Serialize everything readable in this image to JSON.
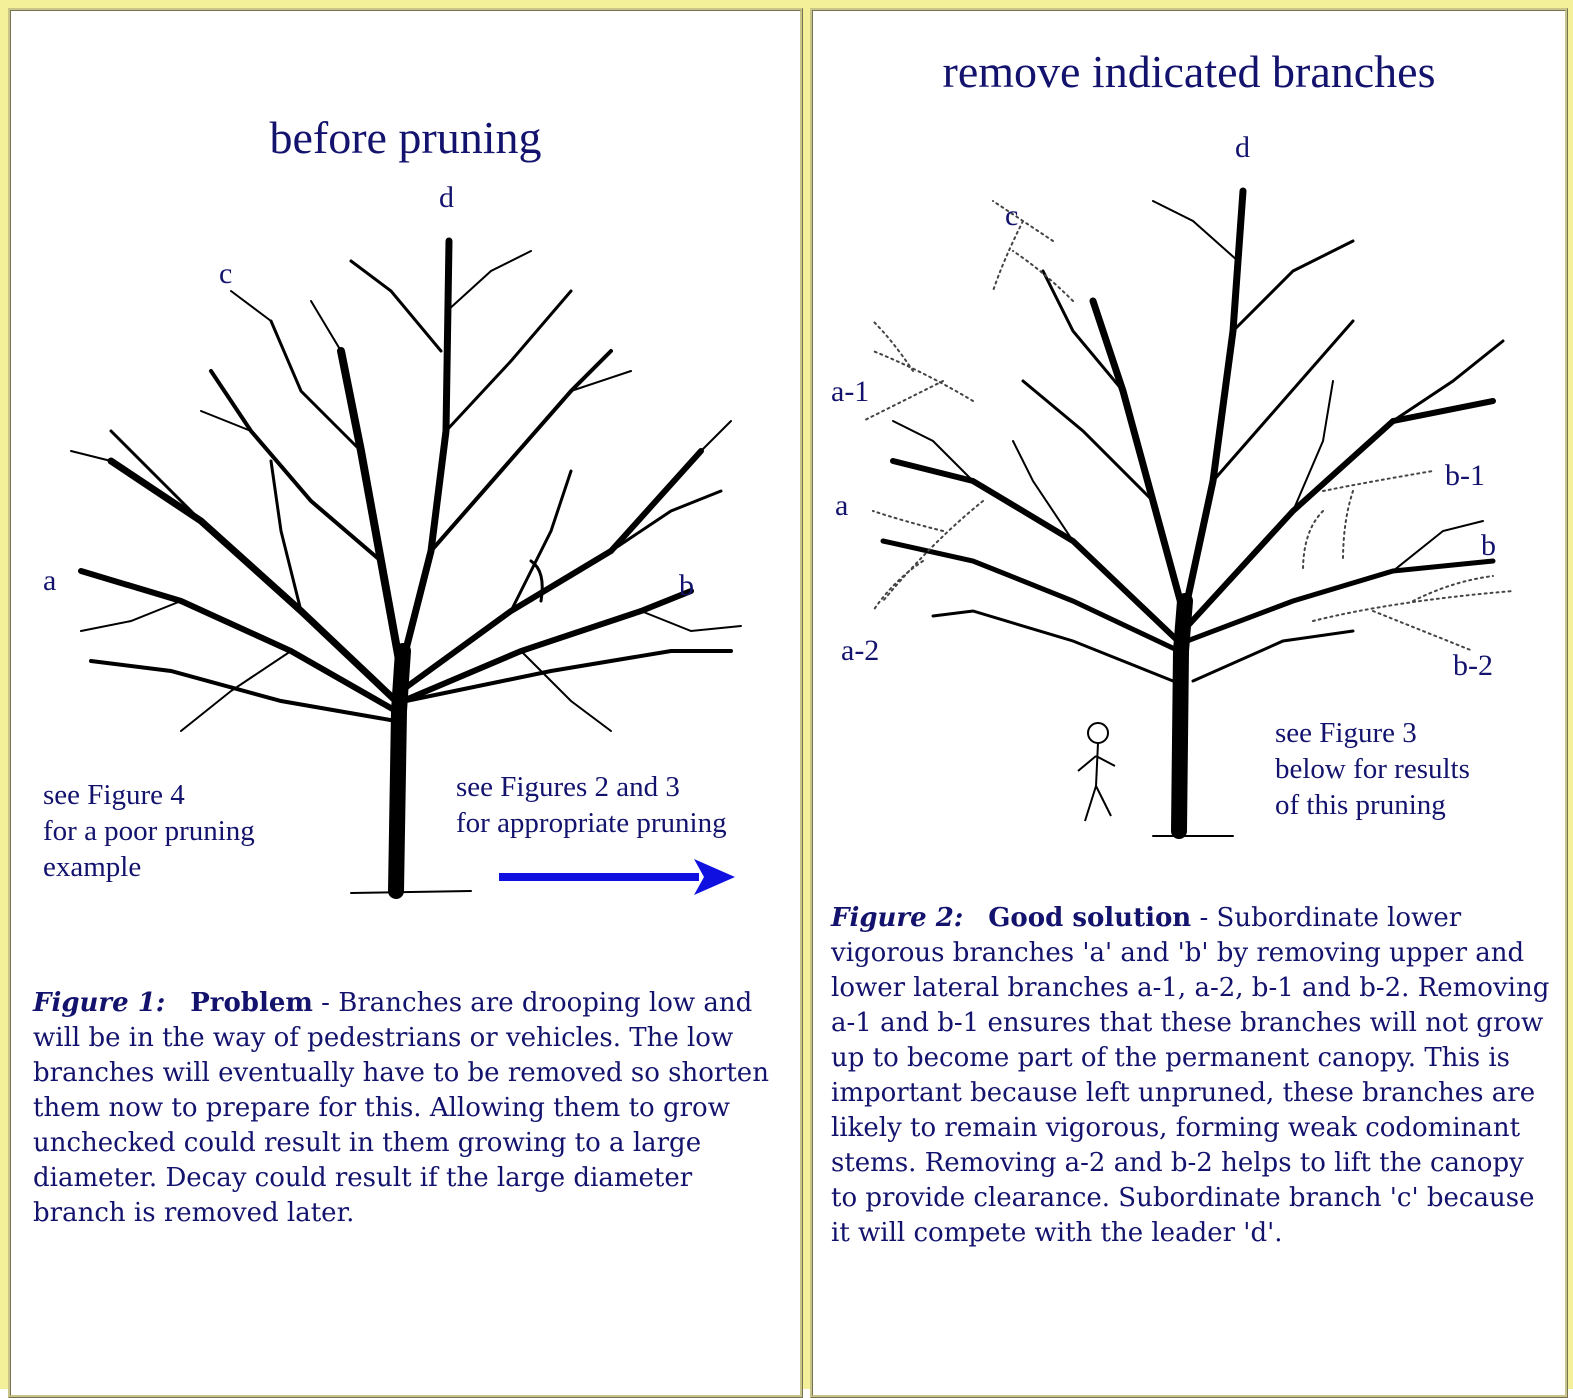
{
  "left": {
    "title": "before pruning",
    "labels": {
      "d": "d",
      "c": "c",
      "a": "a",
      "b": "b"
    },
    "note_left": "see Figure 4\nfor a poor pruning\nexample",
    "note_right": "see Figures 2 and 3\nfor appropriate pruning",
    "caption": {
      "fig": "Figure 1:",
      "head": "Problem",
      "text": " - Branches are drooping low and will be in the way of pedestrians or vehicles. The low branches will eventually have to be removed so shorten them now to prepare for this. Allowing them to grow unchecked could result in them growing to a large diameter. Decay could result if the large diameter branch is removed later."
    }
  },
  "right": {
    "title": "remove indicated branches",
    "labels": {
      "d": "d",
      "c": "c",
      "a1": "a-1",
      "a": "a",
      "a2": "a-2",
      "b1": "b-1",
      "b": "b",
      "b2": "b-2"
    },
    "note": "see Figure 3\nbelow for results\nof this pruning",
    "caption": {
      "fig": "Figure 2:",
      "head": "Good solution",
      "text": " - Subordinate lower vigorous branches 'a' and 'b' by removing upper and lower lateral branches a-1, a-2, b-1 and b-2. Removing a-1 and b-1 ensures that these branches will not grow up to become part of the permanent canopy. This is important because left unpruned, these branches are likely to remain vigorous, forming weak codominant stems. Removing a-2 and b-2 helps to lift the canopy to provide clearance. Subordinate branch 'c' because it will compete with the leader 'd'."
    }
  },
  "colors": {
    "text": "#13136e",
    "arrow": "#1010e0",
    "frame": "#f3f099"
  }
}
